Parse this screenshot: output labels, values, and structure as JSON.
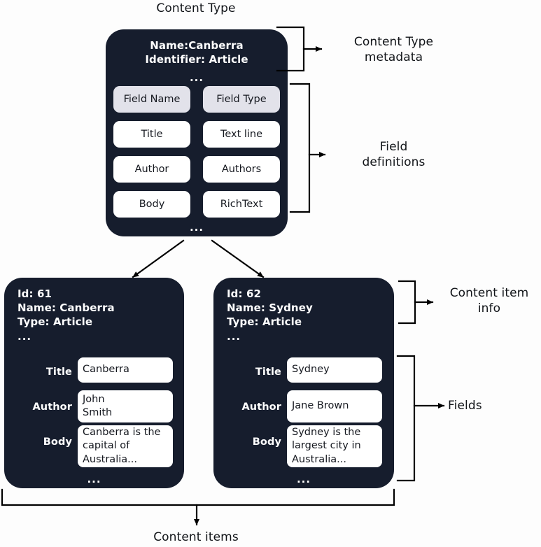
{
  "diagram": {
    "title": "Content Type",
    "bottom_label": "Content items",
    "colors": {
      "card_bg": "#161d2d",
      "chip_header_bg": "#e2e2ea",
      "chip_value_bg": "#ffffff",
      "text_light": "#ffffff",
      "text_dark": "#15181f",
      "stroke": "#000000",
      "page_bg": "#fdfdfd"
    }
  },
  "content_type_card": {
    "metadata": {
      "name_line": "Name:Canberra",
      "identifier_line": "Identifier: Article",
      "ellipsis": "..."
    },
    "field_table": {
      "headers": [
        "Field Name",
        "Field Type"
      ],
      "rows": [
        {
          "field_name": "Title",
          "field_type": "Text line"
        },
        {
          "field_name": "Author",
          "field_type": "Authors"
        },
        {
          "field_name": "Body",
          "field_type": "RichText"
        }
      ],
      "ellipsis": "..."
    }
  },
  "annotations": {
    "content_type_metadata": "Content Type\nmetadata",
    "content_type_metadata_line1": "Content Type",
    "content_type_metadata_line2": "metadata",
    "field_definitions_line1": "Field",
    "field_definitions_line2": "definitions",
    "content_item_info_line1": "Content item",
    "content_item_info_line2": "info",
    "fields": "Fields"
  },
  "content_items": [
    {
      "info": {
        "id_line": "Id: 61",
        "name_line": "Name: Canberra",
        "type_line": "Type: Article",
        "ellipsis": "..."
      },
      "fields": [
        {
          "label": "Title",
          "value": "Canberra"
        },
        {
          "label": "Author",
          "value": "John\nSmith"
        },
        {
          "label": "Body",
          "value": "Canberra is the\ncapital of\nAustralia..."
        }
      ],
      "ellipsis": "..."
    },
    {
      "info": {
        "id_line": "Id: 62",
        "name_line": "Name: Sydney",
        "type_line": "Type: Article",
        "ellipsis": "..."
      },
      "fields": [
        {
          "label": "Title",
          "value": "Sydney"
        },
        {
          "label": "Author",
          "value": "Jane Brown"
        },
        {
          "label": "Body",
          "value": "Sydney is the\nlargest city in\nAustralia..."
        }
      ],
      "ellipsis": "..."
    }
  ]
}
